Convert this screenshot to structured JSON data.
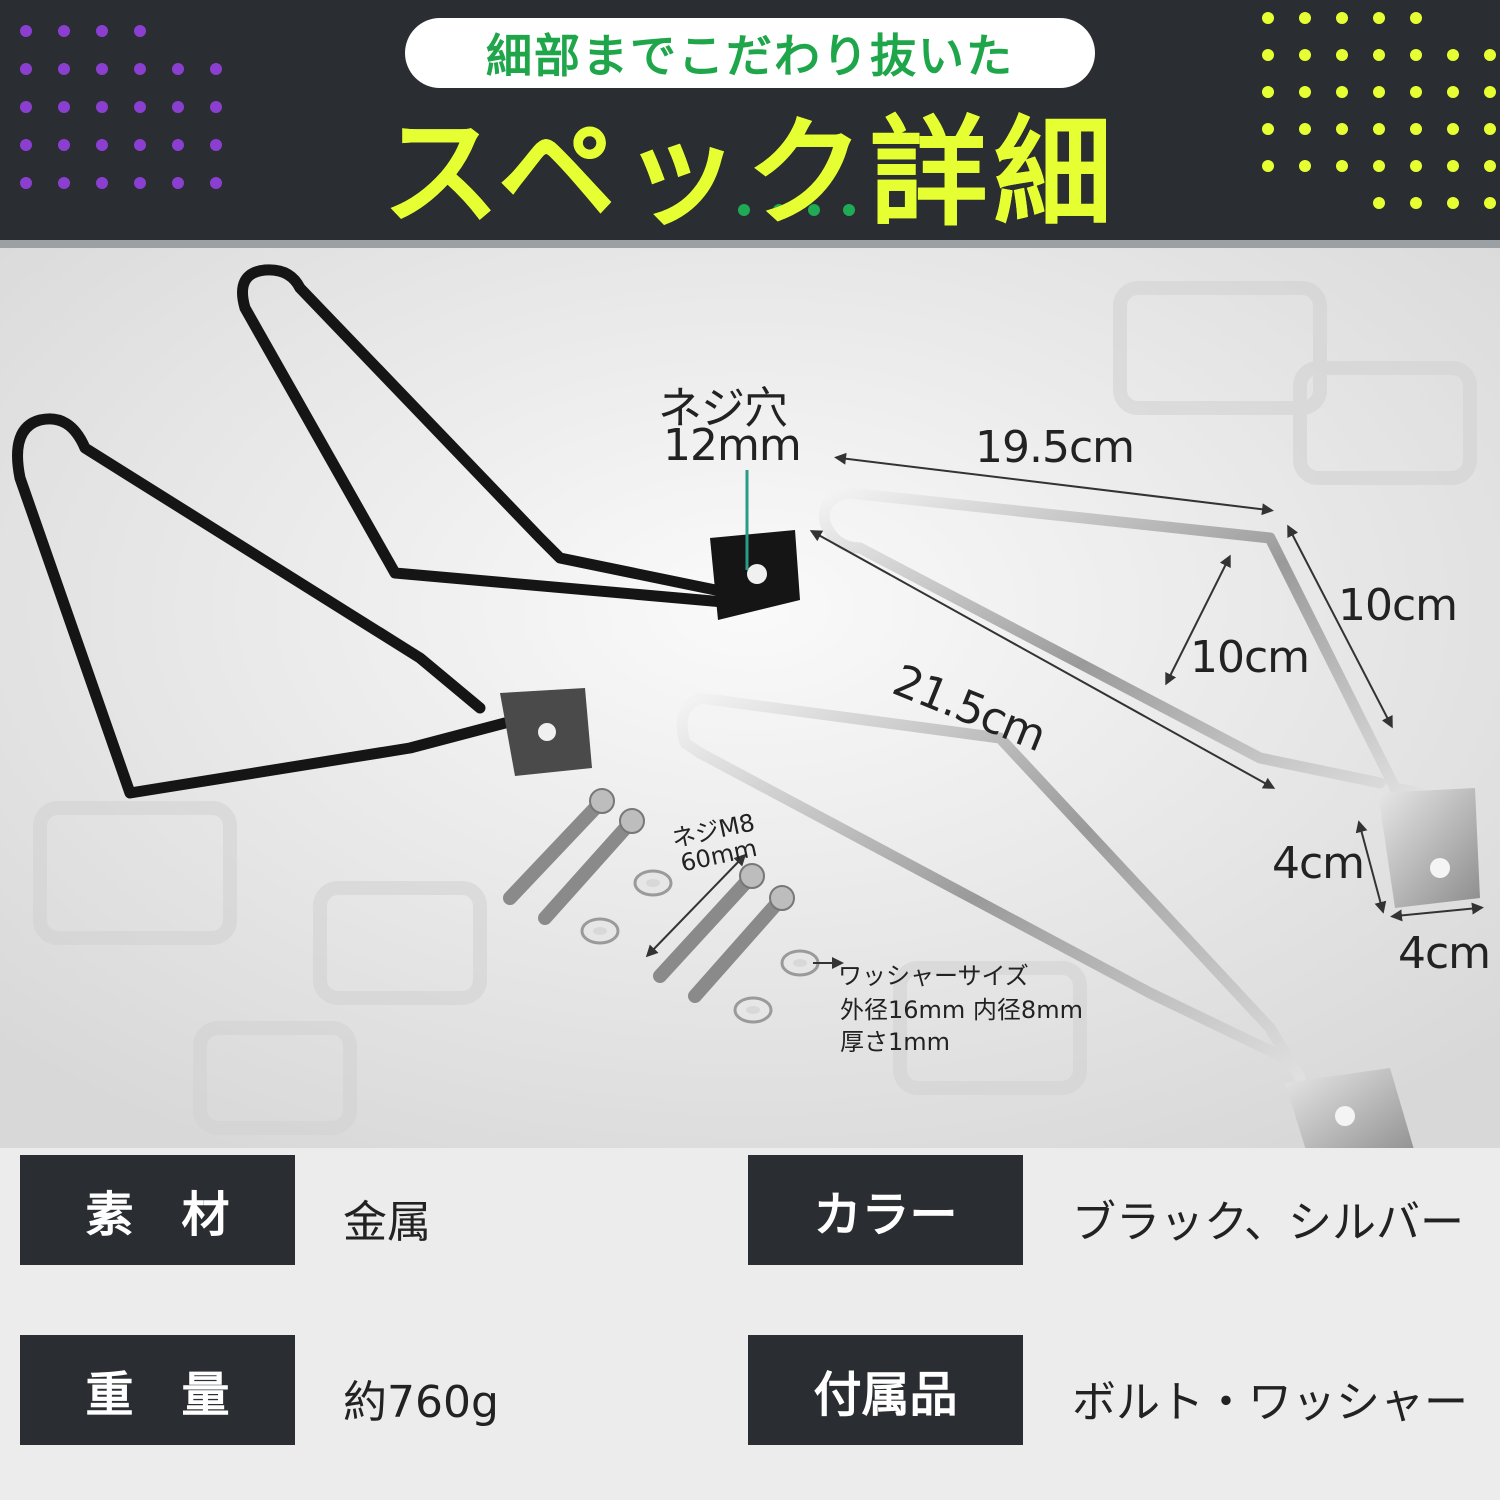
{
  "header": {
    "subtitle": "細部までこだわり抜いた",
    "title": "スペック詳細"
  },
  "labels": {
    "screw_hole_name": "ネジ穴",
    "screw_hole_size": "12mm",
    "dim_19_5": "19.5cm",
    "dim_21_5": "21.5cm",
    "dim_10_a": "10cm",
    "dim_10_b": "10cm",
    "dim_4_a": "4cm",
    "dim_4_b": "4cm",
    "bolt_name": "ネジM8",
    "bolt_size": "60mm",
    "washer_title": "ワッシャーサイズ",
    "washer_dims": "外径16mm 内径8mm",
    "washer_thickness": "厚さ1mm"
  },
  "specs": {
    "material_label": "素　材",
    "material_value": "金属",
    "weight_label": "重　量",
    "weight_value": "約760g",
    "color_label": "カラー",
    "color_value": "ブラック、シルバー",
    "accessories_label": "付属品",
    "accessories_value": "ボルト・ワッシャー"
  },
  "colors": {
    "header_bg": "#2a2d31",
    "title_yellow": "#e6ff32",
    "subtitle_green": "#1fa64a",
    "dot_purple": "#8a3fd1",
    "dot_yellow": "#e6ff32",
    "dot_green": "#1faa55"
  },
  "icons": [
    "black-bracket-icon",
    "silver-bracket-icon",
    "bolt-icon",
    "washer-icon",
    "dimension-arrow-icon"
  ]
}
